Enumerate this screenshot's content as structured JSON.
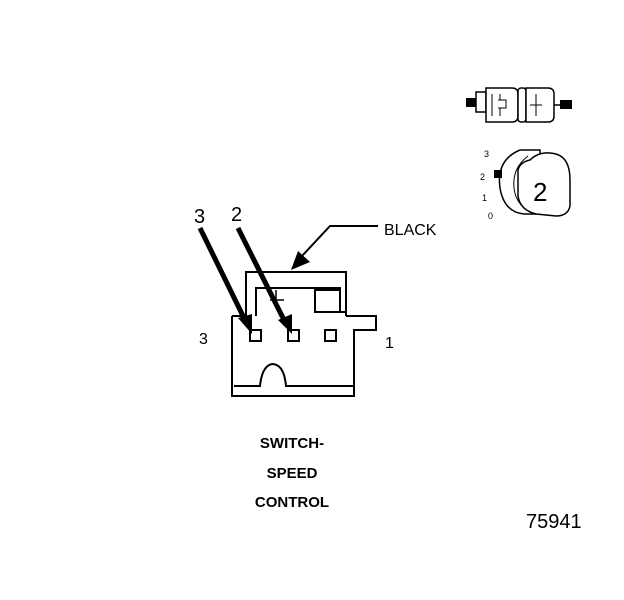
{
  "diagram": {
    "arrow_labels": [
      "3",
      "2"
    ],
    "connector_color_label": "BLACK",
    "side_labels": {
      "left": "3",
      "right": "1"
    },
    "caption_lines": [
      "SWITCH-",
      "SPEED",
      "CONTROL"
    ],
    "figure_number": "75941",
    "knob": {
      "positions": [
        "3",
        "2",
        "1",
        "0"
      ],
      "selected": "2"
    }
  }
}
